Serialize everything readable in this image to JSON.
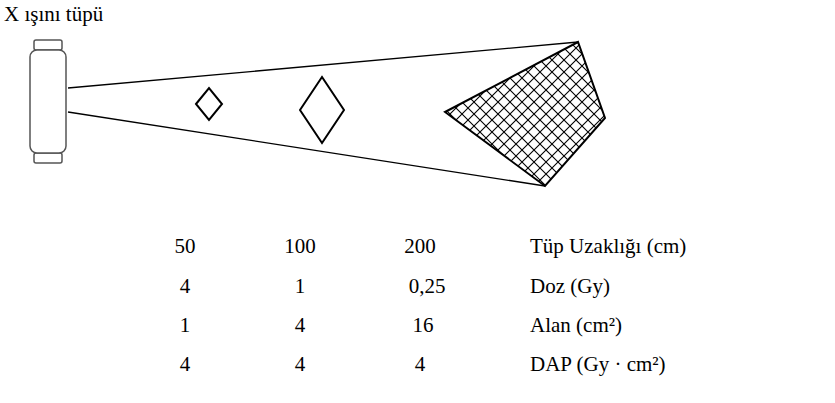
{
  "diagram": {
    "labels": [
      "X ışını tüpü",
      "50",
      "100",
      "200",
      "Tüp Uzaklığı (cm)",
      "4",
      "1",
      "0,25",
      "Doz (Gy)",
      "1",
      "4",
      "16",
      "Alan (cm²)",
      "4",
      "4",
      "4",
      "DAP (Gy · cm²)"
    ]
  }
}
